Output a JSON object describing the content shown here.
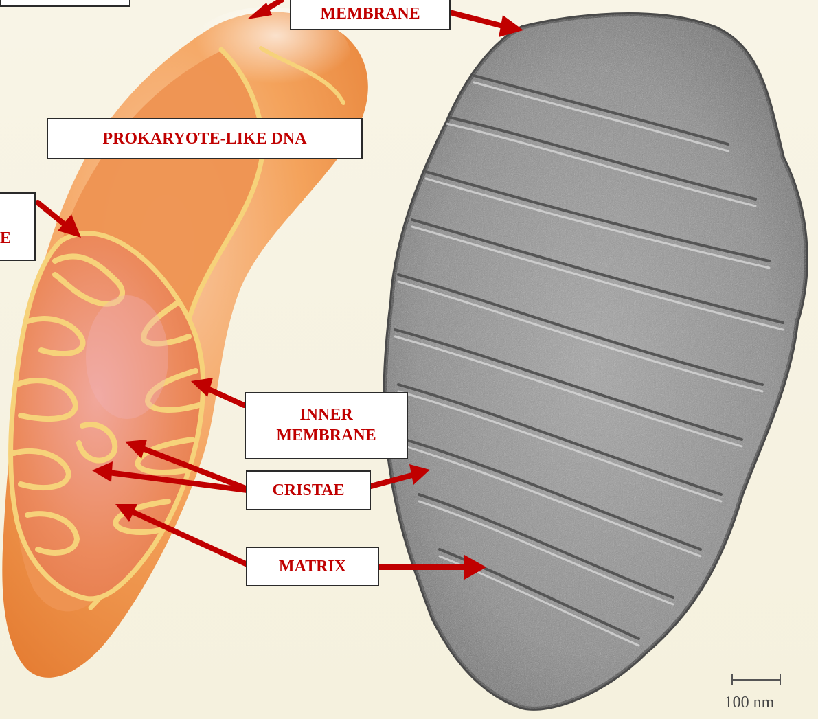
{
  "labels": {
    "outer_membrane": "MEMBRANE",
    "dna": "PROKARYOTE-LIKE DNA",
    "left_partial": "E",
    "inner_membrane_line1": "INNER",
    "inner_membrane_line2": "MEMBRANE",
    "cristae": "CRISTAE",
    "matrix": "MATRIX"
  },
  "scale_bar": {
    "label": "100 nm"
  },
  "colors": {
    "label_text": "#c00000",
    "arrow": "#c00000",
    "organelle_outer": "#f4a45c",
    "organelle_inner": "#ec8a55",
    "membrane_yellow": "#f6d27a",
    "micrograph_gray": "#8a8a8a",
    "background": "#f6f2e2"
  }
}
